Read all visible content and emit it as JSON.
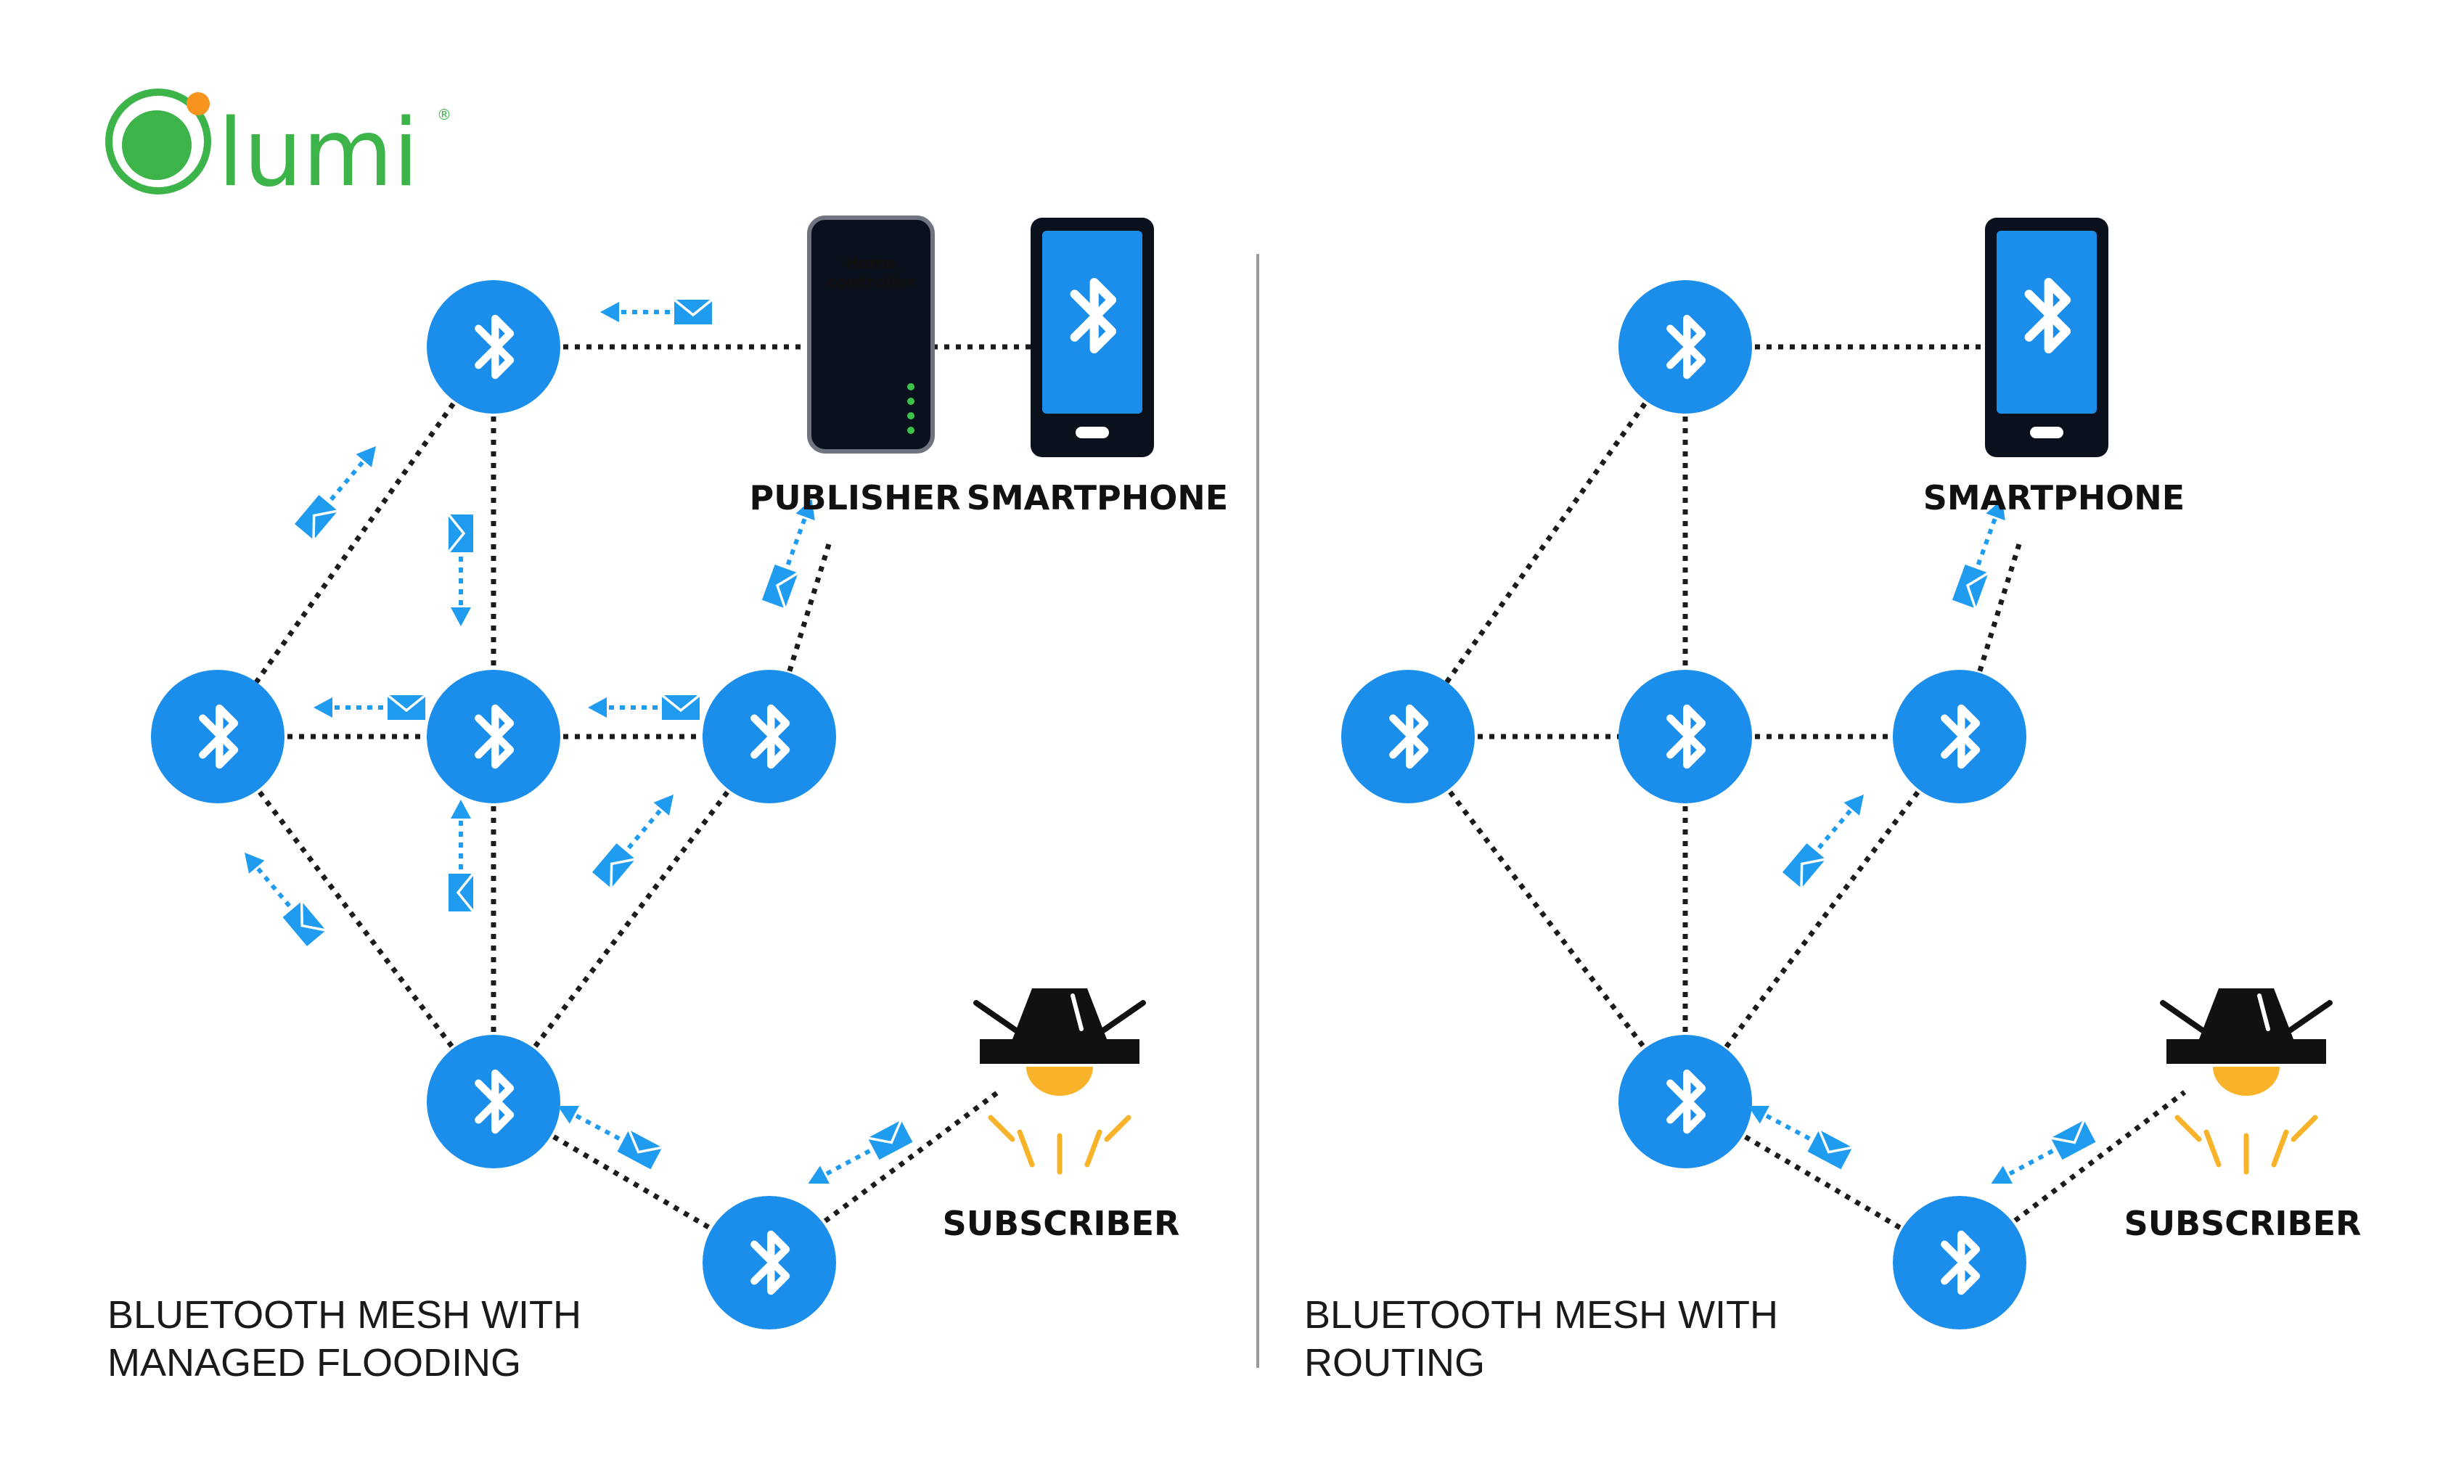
{
  "brand": {
    "name": "lumi",
    "registered_mark": "®"
  },
  "colors": {
    "node": "#1a8eea",
    "arrow": "#1f9bf0",
    "link": "#1b1b1b",
    "logo_green": "#3cb44a",
    "logo_orange": "#f7941d",
    "bulb": "#f9b32a",
    "device_dark": "#0b111c",
    "phone_screen": "#1a8eea",
    "led": "#3cc24a"
  },
  "icons": {
    "node": "bluetooth-icon",
    "arrow": "envelope-arrow-icon",
    "lamp": "ceiling-lamp-icon",
    "phone": "smartphone-icon",
    "controller": "home-controller-icon"
  },
  "left": {
    "caption_line1": "BLUETOOTH MESH WITH",
    "caption_line2": "MANAGED FLOODING",
    "publisher_label": "PUBLISHER",
    "smartphone_label": "SMARTPHONE",
    "subscriber_label": "SUBSCRIBER",
    "controller_text_line1": "Home",
    "controller_text_line2": "controller"
  },
  "right": {
    "caption_line1": "BLUETOOTH MESH WITH",
    "caption_line2": "ROUTING",
    "smartphone_label": "SMARTPHONE",
    "subscriber_label": "SUBSCRIBER"
  }
}
